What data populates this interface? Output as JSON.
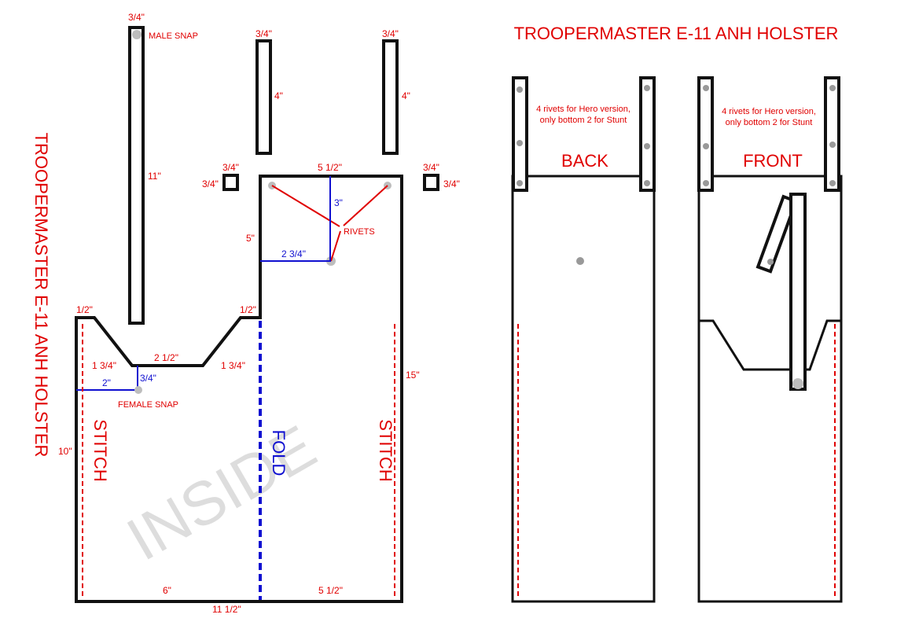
{
  "title": "TROOPERMASTER E-11 ANH HOLSTER",
  "side_title": "TROOPERMASTER E-11 ANH HOLSTER",
  "inside": {
    "watermark": "INSIDE",
    "male_snap": "MALE SNAP",
    "female_snap": "FEMALE SNAP",
    "rivets": "RIVETS",
    "stitch": "STITCH",
    "fold": "FOLD",
    "dims": {
      "strap_width": "3/4\"",
      "strap_len_long": "11\"",
      "strap_width_b": "3/4\"",
      "strap_len_b": "4\"",
      "strap_width_c": "3/4\"",
      "strap_len_c": "4\"",
      "sq_left_top": "3/4\"",
      "sq_left_side": "3/4\"",
      "sq_right_top": "3/4\"",
      "sq_right_side": "3/4\"",
      "top_right_width": "5 1/2\"",
      "rivet_vertical": "3\"",
      "rivet_horizontal": "2 3/4\"",
      "step_height": "5\"",
      "left_half": "1/2\"",
      "right_half": "1/2\"",
      "slope_left": "1 3/4\"",
      "notch_bottom": "2 1/2\"",
      "slope_right": "1 3/4\"",
      "snap_horizontal": "2\"",
      "snap_vertical": "3/4\"",
      "right_height": "15\"",
      "left_height": "10\"",
      "bottom_left": "6\"",
      "bottom_right": "5 1/2\"",
      "bottom_total": "11 1/2\""
    }
  },
  "back": {
    "label": "BACK",
    "note_line1": "4 rivets for Hero version,",
    "note_line2": "only bottom 2 for Stunt"
  },
  "front": {
    "label": "FRONT",
    "note_line1": "4 rivets for Hero version,",
    "note_line2": "only bottom 2 for Stunt"
  }
}
